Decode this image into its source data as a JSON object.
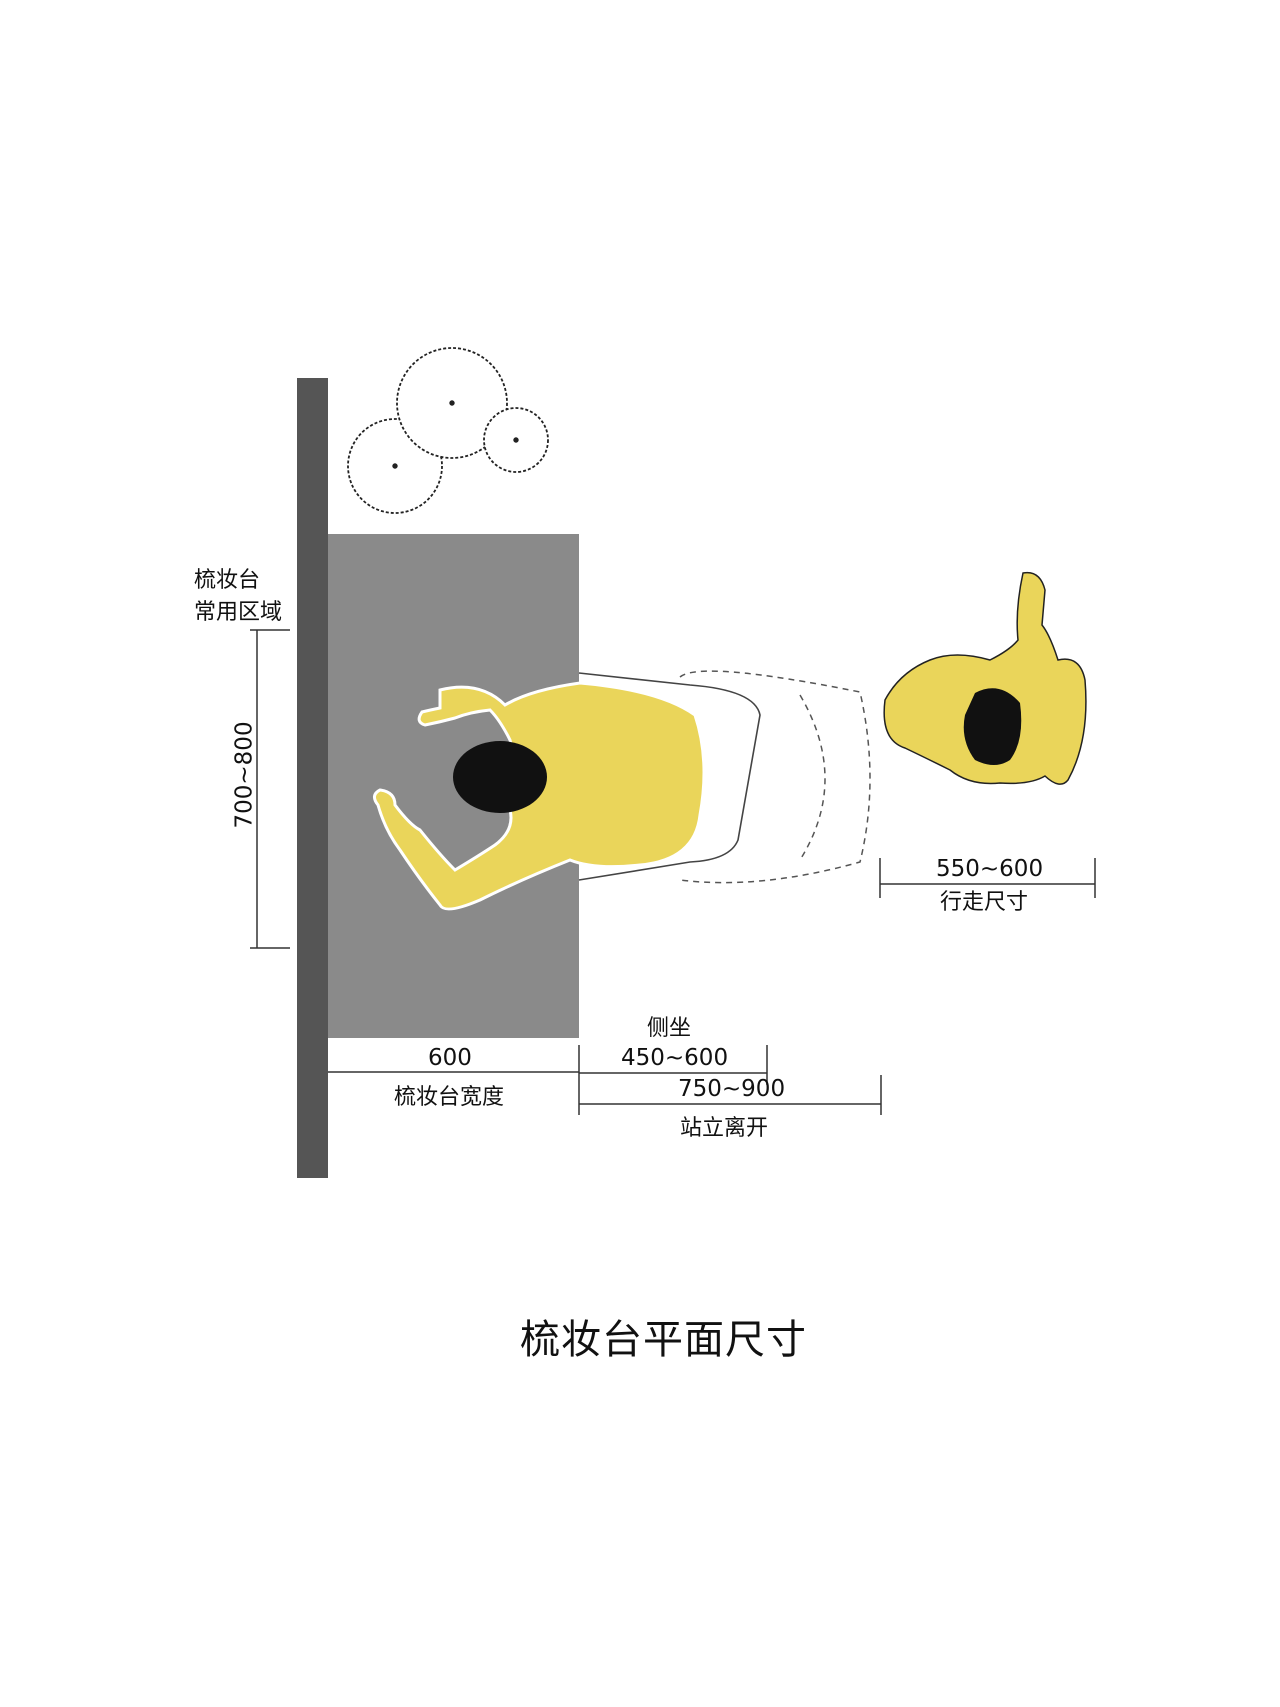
{
  "labels": {
    "zone_line1": "梳妆台",
    "zone_line2": "常用区域",
    "zone_range": "700~800",
    "walk_range": "550~600",
    "walk_caption": "行走尺寸",
    "side_sit_caption": "侧坐",
    "side_sit_range": "450~600",
    "table_width": "600",
    "table_width_caption": "梳妆台宽度",
    "standing_range": "750~900",
    "standing_caption": "站立离开",
    "title": "梳妆台平面尺寸"
  },
  "colors": {
    "wall": "#555555",
    "table": "#8a8a8a",
    "person": "#ead55a",
    "head": "#111111",
    "line": "#333333"
  },
  "icons": {
    "plants": "plant-icon",
    "seated_person": "seated-person-icon",
    "walking_person": "walking-person-icon",
    "stool": "stool-icon"
  }
}
